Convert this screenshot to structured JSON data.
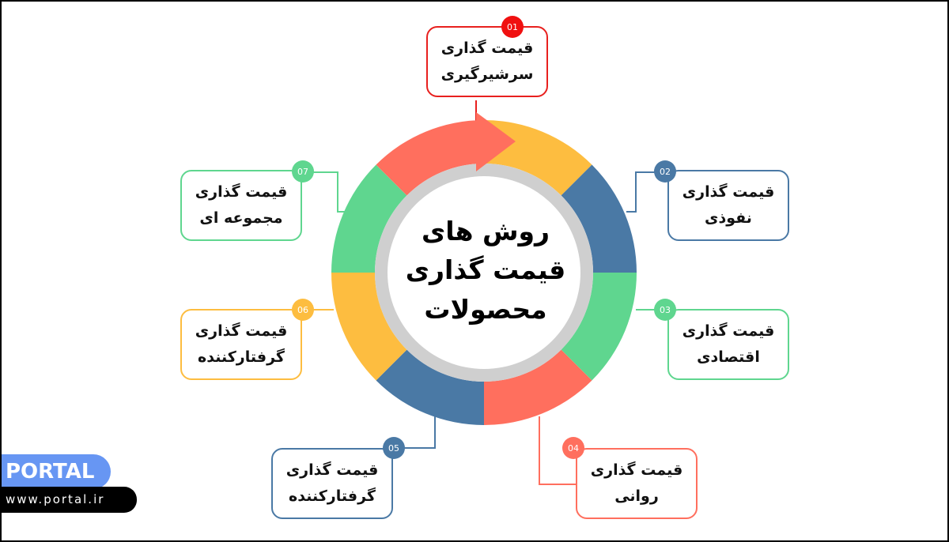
{
  "center_title": [
    "روش های",
    "قیمت گذاری",
    "محصولات"
  ],
  "items": [
    {
      "num": "01",
      "lines": [
        "قیمت گذاری",
        "سرشیرگیری"
      ],
      "color": "#f01010",
      "border": "#e8201e"
    },
    {
      "num": "02",
      "lines": [
        "قیمت گذاری",
        "نفوذی"
      ],
      "color": "#4a79a5",
      "border": "#4a79a5"
    },
    {
      "num": "03",
      "lines": [
        "قیمت گذاری",
        "اقتصادی"
      ],
      "color": "#5fd68f",
      "border": "#5fd68f"
    },
    {
      "num": "04",
      "lines": [
        "قیمت گذاری",
        "روانی"
      ],
      "color": "#ff6f5e",
      "border": "#ff6f5e"
    },
    {
      "num": "05",
      "lines": [
        "قیمت گذاری",
        "گرفتارکننده"
      ],
      "color": "#4a79a5",
      "border": "#4a79a5"
    },
    {
      "num": "06",
      "lines": [
        "قیمت گذاری",
        "گرفتارکننده"
      ],
      "color": "#fdbd40",
      "border": "#fdbd40"
    },
    {
      "num": "07",
      "lines": [
        "قیمت گذاری",
        "مجموعه ای"
      ],
      "color": "#5fd68f",
      "border": "#5fd68f"
    }
  ],
  "logo": {
    "brand": "PORTAL",
    "url": "www.portal.ir"
  }
}
